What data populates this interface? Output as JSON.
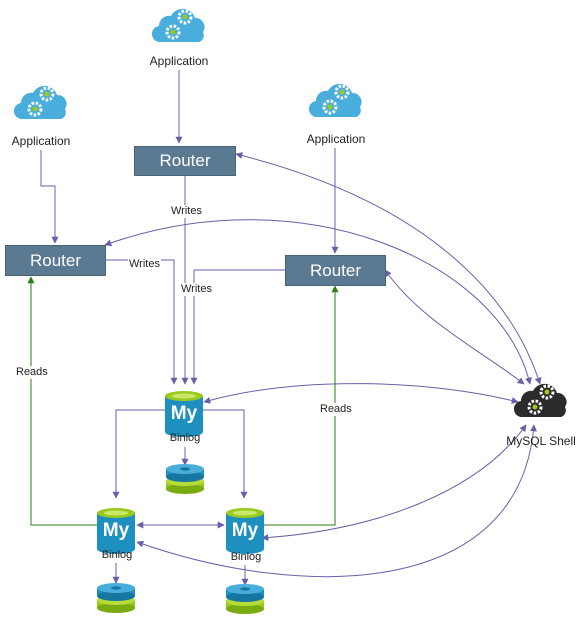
{
  "applications": {
    "top": "Application",
    "left": "Application",
    "right": "Application"
  },
  "routers": {
    "top": "Router",
    "left": "Router",
    "right": "Router"
  },
  "edge_labels": {
    "writes_top": "Writes",
    "writes_left": "Writes",
    "writes_right": "Writes",
    "reads_left": "Reads",
    "reads_right": "Reads"
  },
  "databases": {
    "primary": "Binlog",
    "secondary_left": "Binlog",
    "secondary_right": "Binlog"
  },
  "shell": {
    "label": "MySQL Shell"
  },
  "colors": {
    "router_fill": "#5b7a91",
    "edge_purple": "#6a5fa8",
    "edge_green": "#2d7d12",
    "cloud_blue": "#4aaedc",
    "cloud_dark": "#2b2b2b",
    "db_blue": "#1e90c0",
    "db_green": "#9ac920"
  }
}
